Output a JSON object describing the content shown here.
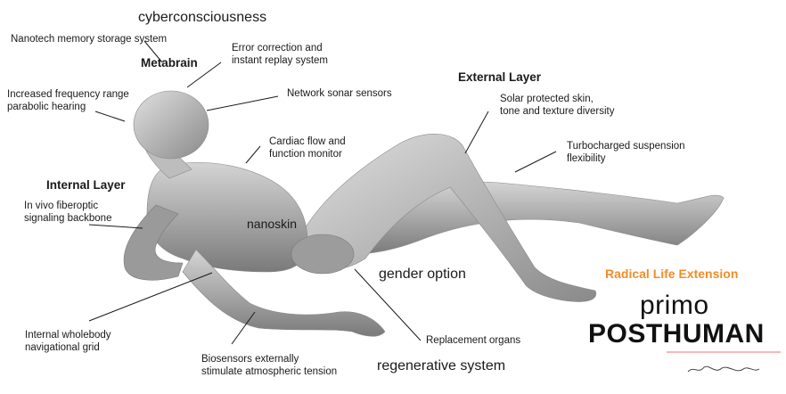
{
  "labels": {
    "cyberconsciousness": "cyberconsciousness",
    "nanotech_memory": "Nanotech memory storage system",
    "metabrain": "Metabrain",
    "error_correction": "Error correction and\ninstant replay system",
    "increased_frequency": "Increased frequency range\nparabolic hearing",
    "network_sonar": "Network sonar sensors",
    "external_layer": "External Layer",
    "solar_skin": "Solar protected skin,\ntone and texture diversity",
    "cardiac_flow": "Cardiac flow and\nfunction monitor",
    "turbocharged": "Turbocharged suspension\nflexibility",
    "internal_layer": "Internal Layer",
    "fiberoptic": "In vivo fiberoptic\nsignaling backbone",
    "nanoskin": "nanoskin",
    "gender_option": "gender option",
    "wholebody_grid": "Internal wholebody\nnavigational grid",
    "biosensors": "Biosensors externally\nstimulate atmospheric tension",
    "replacement_organs": "Replacement organs",
    "regenerative_system": "regenerative system"
  },
  "brand": {
    "tagline": "Radical Life Extension",
    "line1": "primo",
    "line2": "POSTHUMAN"
  },
  "colors": {
    "accent": "#f28c28",
    "rule": "#f6b8b8",
    "figure": "#a9a9a9"
  }
}
